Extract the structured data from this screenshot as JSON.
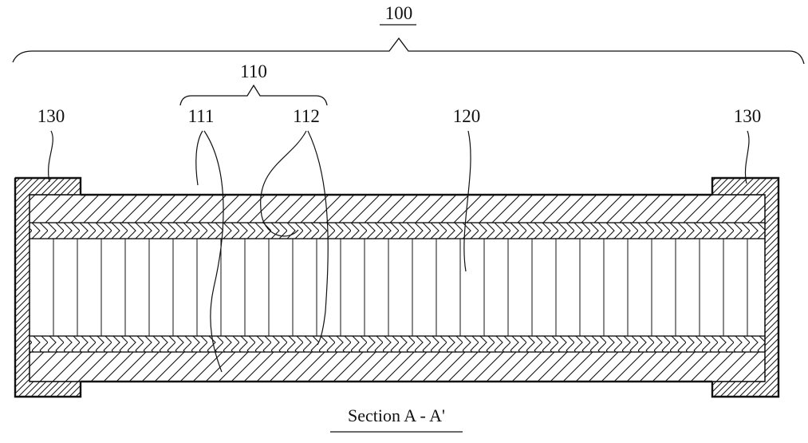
{
  "labels": {
    "device": "100",
    "group": "110",
    "outer_layer": "111",
    "inner_layer": "112",
    "core": "120",
    "left_terminal": "130",
    "right_terminal": "130"
  },
  "caption": "Section A - A'",
  "colors": {
    "ink": "#111111",
    "paper": "#ffffff"
  }
}
